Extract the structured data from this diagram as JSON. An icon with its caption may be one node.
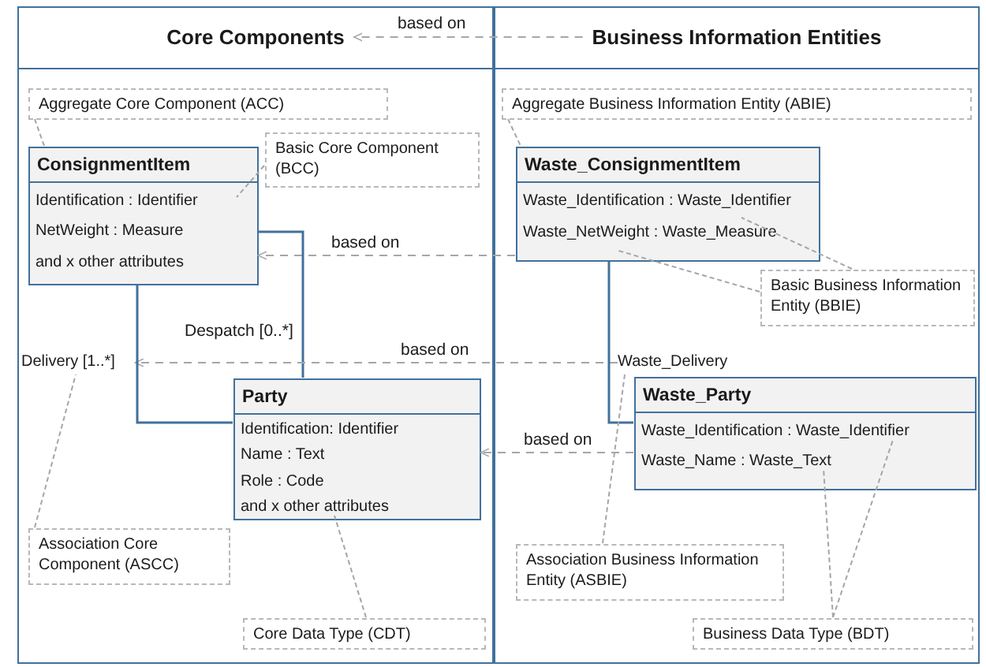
{
  "diagram": {
    "nodes": [
      {
        "text": [
          "Core Components"
        ]
      },
      {
        "text": [
          "Aggregate Core Component (ACC)"
        ],
        "in": 0
      },
      {
        "text": [
          "Basic Core Component (BCC)"
        ],
        "in": 0
      },
      {
        "text": [
          "ConsignmentItem",
          "Identification : Identifier",
          "NetWeight : Measure",
          "and x other attributes"
        ],
        "in": 0
      },
      {
        "text": [
          "Delivery [1..*]"
        ],
        "in": 0
      },
      {
        "text": [
          "Party",
          "Identification: Identifier",
          "Name : Text",
          "Role : Code",
          "and x other attributes"
        ],
        "in": 0
      },
      {
        "text": [
          "Association Core Component (ASCC)"
        ],
        "in": 0
      },
      {
        "text": [
          "Core Data Type (CDT)"
        ],
        "in": 0
      },
      {
        "text": [
          "Business Information Entities"
        ]
      },
      {
        "text": [
          "Aggregate Business Information Entity (ABIE)"
        ],
        "in": 8
      },
      {
        "text": [
          "Waste_ConsignmentItem",
          "Waste_Identification : Waste_Identifier",
          "Waste_NetWeight : Waste_Measure"
        ],
        "in": 8
      },
      {
        "text": [
          "Basic Business Information Entity (BBIE)"
        ],
        "in": 8
      },
      {
        "text": [
          "Waste_Delivery"
        ],
        "in": 8
      },
      {
        "text": [
          "Waste_Party",
          "Waste_Identification : Waste_Identifier",
          "Waste_Name : Waste_Text"
        ],
        "in": 8
      },
      {
        "text": [
          "Association Business Information Entity (ASBIE)"
        ],
        "in": 8
      },
      {
        "text": [
          "Business Data Type (BDT)"
        ],
        "in": 8
      }
    ],
    "edges": [
      {
        "from": 8,
        "to": 0,
        "arrow": "to",
        "label": "based on",
        "style": "dashed"
      },
      {
        "from": 1,
        "to": 3,
        "arrow": "none",
        "style": "dashed"
      },
      {
        "from": 2,
        "to": 3,
        "arrow": "none",
        "style": "dashed"
      },
      {
        "from": 10,
        "to": 3,
        "arrow": "to",
        "label": "based on",
        "style": "dashed"
      },
      {
        "from": 3,
        "to": 5,
        "arrow": "none",
        "label": "Despatch [0..*]",
        "color": "#41719c"
      },
      {
        "from": 12,
        "to": 4,
        "arrow": "to",
        "label": "based on",
        "style": "dashed"
      },
      {
        "from": 3,
        "to": 5,
        "arrow": "none",
        "color": "#41719c"
      },
      {
        "from": 13,
        "to": 5,
        "arrow": "to",
        "label": "based on",
        "style": "dashed"
      },
      {
        "from": 6,
        "to": 4,
        "arrow": "none",
        "style": "dashed"
      },
      {
        "from": 7,
        "to": 5,
        "arrow": "none",
        "style": "dashed"
      },
      {
        "from": 9,
        "to": 10,
        "arrow": "none",
        "style": "dashed"
      },
      {
        "from": 11,
        "to": 10,
        "arrow": "none",
        "style": "dashed"
      },
      {
        "from": 11,
        "to": 10,
        "arrow": "none",
        "style": "dashed"
      },
      {
        "from": 10,
        "to": 13,
        "arrow": "none",
        "color": "#41719c"
      },
      {
        "from": 14,
        "to": 12,
        "arrow": "none",
        "style": "dashed"
      },
      {
        "from": 15,
        "to": 13,
        "arrow": "none",
        "style": "dashed"
      },
      {
        "from": 15,
        "to": 13,
        "arrow": "none",
        "style": "dashed"
      }
    ]
  }
}
